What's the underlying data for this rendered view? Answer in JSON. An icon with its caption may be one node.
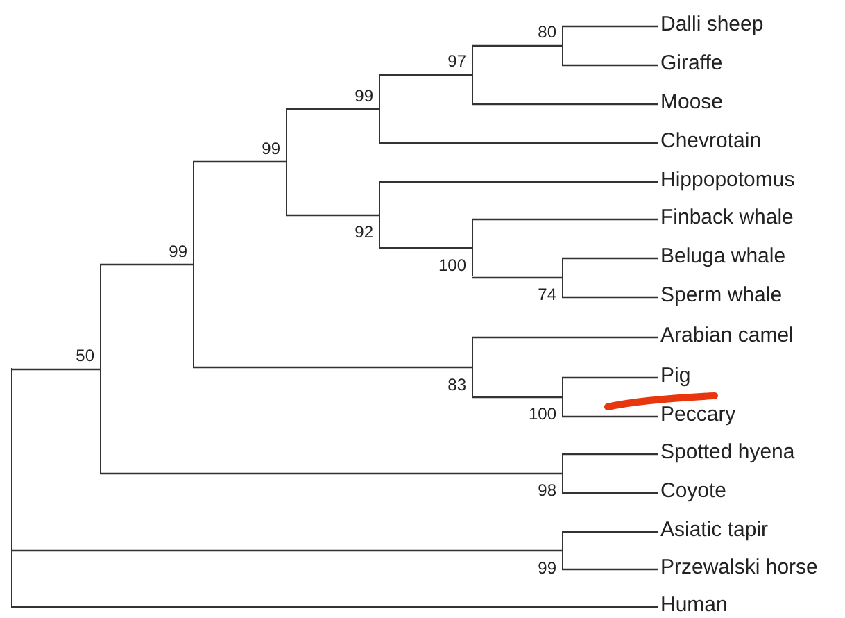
{
  "diagram": {
    "nodes": [
      {
        "text": [
          "Dalli sheep"
        ]
      },
      {
        "text": [
          "Giraffe"
        ]
      },
      {
        "text": [
          "Moose"
        ]
      },
      {
        "text": [
          "Chevrotain"
        ]
      },
      {
        "text": [
          "Hippopotomus"
        ]
      },
      {
        "text": [
          "Finback whale"
        ]
      },
      {
        "text": [
          "Beluga whale"
        ]
      },
      {
        "text": [
          "Sperm whale"
        ]
      },
      {
        "text": [
          "Arabian camel"
        ]
      },
      {
        "text": [
          "Pig"
        ]
      },
      {
        "text": [
          "Peccary"
        ]
      },
      {
        "text": [
          "Spotted hyena"
        ]
      },
      {
        "text": [
          "Coyote"
        ]
      },
      {
        "text": [
          "Asiatic tapir"
        ]
      },
      {
        "text": [
          "Przewalski horse"
        ]
      },
      {
        "text": [
          "Human"
        ]
      },
      {
        "text": [],
        "shape": "junction"
      },
      {
        "text": [],
        "shape": "junction",
        "beside": [
          "50"
        ]
      },
      {
        "text": [],
        "shape": "junction",
        "beside": [
          "99"
        ]
      },
      {
        "text": [],
        "shape": "junction",
        "beside": [
          "99"
        ]
      },
      {
        "text": [],
        "shape": "junction",
        "beside": [
          "99"
        ]
      },
      {
        "text": [],
        "shape": "junction",
        "beside": [
          "92"
        ]
      },
      {
        "text": [],
        "shape": "junction",
        "beside": [
          "97"
        ]
      },
      {
        "text": [],
        "shape": "junction",
        "beside": [
          "100"
        ]
      },
      {
        "text": [],
        "shape": "junction",
        "beside": [
          "83"
        ]
      },
      {
        "text": [],
        "shape": "junction",
        "beside": [
          "80"
        ]
      },
      {
        "text": [],
        "shape": "junction",
        "beside": [
          "74"
        ]
      },
      {
        "text": [],
        "shape": "junction",
        "beside": [
          "100"
        ]
      },
      {
        "text": [],
        "shape": "junction",
        "beside": [
          "98"
        ]
      },
      {
        "text": [],
        "shape": "junction",
        "beside": [
          "99"
        ]
      }
    ],
    "edges": [
      {
        "from": 16,
        "to": 17,
        "arrow": "none"
      },
      {
        "from": 16,
        "to": 29,
        "arrow": "none"
      },
      {
        "from": 16,
        "to": 15,
        "arrow": "none"
      },
      {
        "from": 17,
        "to": 18,
        "arrow": "none"
      },
      {
        "from": 17,
        "to": 28,
        "arrow": "none"
      },
      {
        "from": 18,
        "to": 19,
        "arrow": "none"
      },
      {
        "from": 18,
        "to": 24,
        "arrow": "none"
      },
      {
        "from": 19,
        "to": 20,
        "arrow": "none"
      },
      {
        "from": 19,
        "to": 21,
        "arrow": "none"
      },
      {
        "from": 20,
        "to": 22,
        "arrow": "none"
      },
      {
        "from": 20,
        "to": 3,
        "arrow": "none"
      },
      {
        "from": 22,
        "to": 25,
        "arrow": "none"
      },
      {
        "from": 22,
        "to": 2,
        "arrow": "none"
      },
      {
        "from": 25,
        "to": 0,
        "arrow": "none"
      },
      {
        "from": 25,
        "to": 1,
        "arrow": "none"
      },
      {
        "from": 21,
        "to": 4,
        "arrow": "none"
      },
      {
        "from": 21,
        "to": 23,
        "arrow": "none"
      },
      {
        "from": 23,
        "to": 5,
        "arrow": "none"
      },
      {
        "from": 23,
        "to": 26,
        "arrow": "none"
      },
      {
        "from": 26,
        "to": 6,
        "arrow": "none"
      },
      {
        "from": 26,
        "to": 7,
        "arrow": "none"
      },
      {
        "from": 24,
        "to": 8,
        "arrow": "none"
      },
      {
        "from": 24,
        "to": 27,
        "arrow": "none"
      },
      {
        "from": 27,
        "to": 9,
        "arrow": "none"
      },
      {
        "from": 27,
        "to": 10,
        "arrow": "none"
      },
      {
        "from": 28,
        "to": 11,
        "arrow": "none"
      },
      {
        "from": 28,
        "to": 12,
        "arrow": "none"
      },
      {
        "from": 29,
        "to": 13,
        "arrow": "none"
      },
      {
        "from": 29,
        "to": 14,
        "arrow": "none"
      }
    ]
  }
}
